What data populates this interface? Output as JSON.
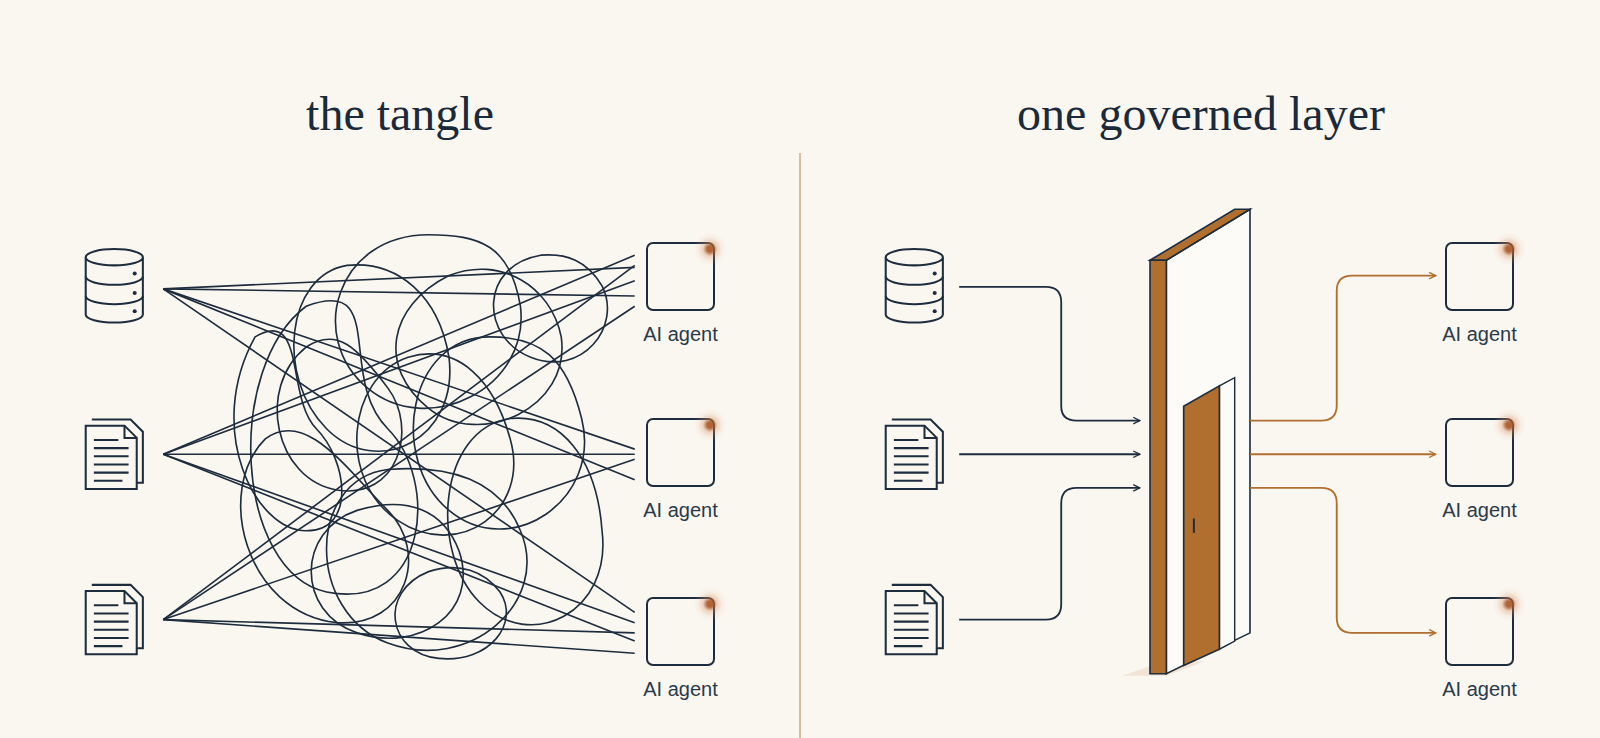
{
  "diagram": {
    "nodes": [
      {
        "text": [
          "AI agent"
        ]
      },
      {
        "text": [
          "AI agent"
        ]
      },
      {
        "text": [
          "AI agent"
        ]
      },
      {
        "text": [
          "AI agent"
        ]
      },
      {
        "text": [
          "AI agent"
        ]
      },
      {
        "text": [
          "AI agent"
        ]
      }
    ],
    "labels": [
      "the tangle",
      "one governed layer"
    ]
  }
}
